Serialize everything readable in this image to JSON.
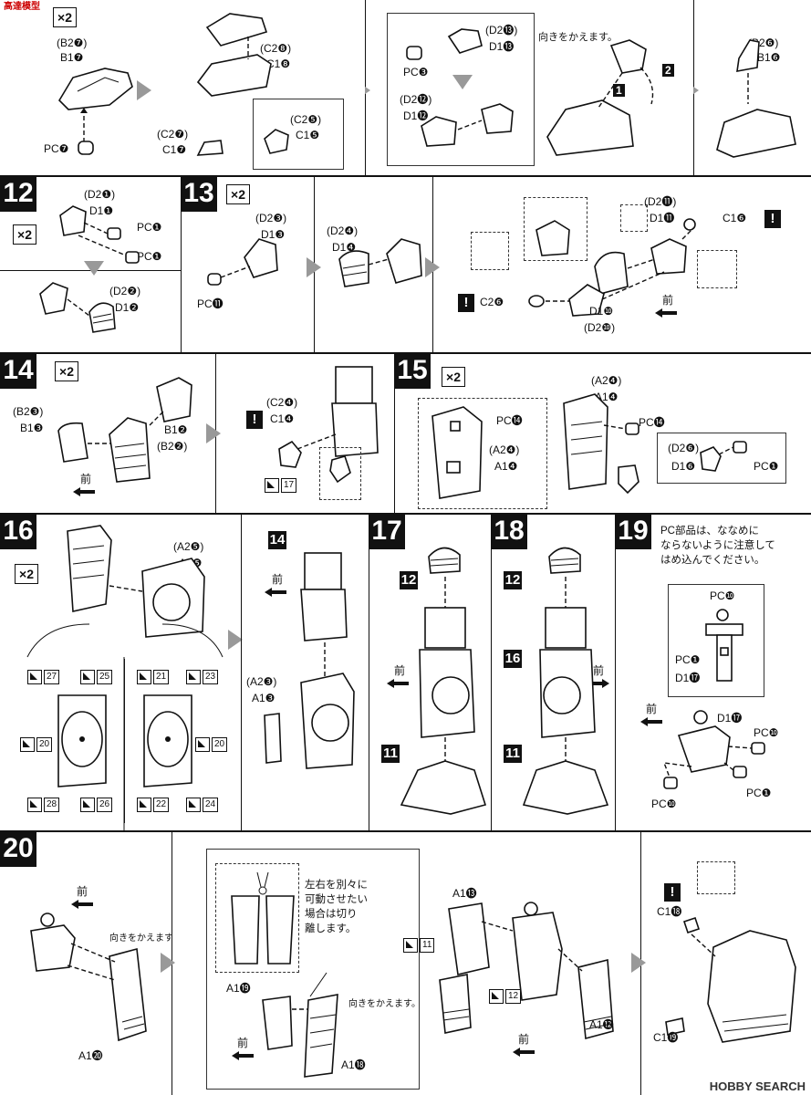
{
  "watermark_top_left": "高達模型",
  "watermark_bottom_right": "HOBBY SEARCH",
  "step11": {
    "multiplier": "×2",
    "panel1": {
      "l1": "(B2❼)",
      "l2": "B1❼",
      "pc": "PC❼"
    },
    "panel2": {
      "l1": "(C2❽)",
      "l2": "C1❽",
      "l3": "(C2❼)",
      "l4": "C1❼",
      "l5": "(C2❺)",
      "l6": "C1❺"
    },
    "panel3": {
      "l1": "(D2⓭)",
      "l2": "D1⓭",
      "l3": "PC❸",
      "l4": "(D2⓬)",
      "l5": "D1⓬",
      "note": "向きをかえます。",
      "a1": "1",
      "a2": "2"
    },
    "panel4": {
      "l1": "(B2❻)",
      "l2": "B1❻"
    }
  },
  "step12": {
    "num": "12",
    "multiplier": "×2",
    "labels": [
      "(D2❶)",
      "D1❶",
      "PC❶",
      "PC❶",
      "(D2❷)",
      "D1❷"
    ]
  },
  "step13": {
    "num": "13",
    "multiplier": "×2",
    "labels": [
      "(D2❸)",
      "D1❸",
      "PC⓫",
      "(D2❹)",
      "D1❹",
      "(D2⓫)",
      "D1⓫",
      "C1❻",
      "C2❻",
      "D1❿",
      "(D2❿)"
    ],
    "front": "前"
  },
  "step14": {
    "num": "14",
    "multiplier": "×2",
    "labels": [
      "(B2❸)",
      "B1❸",
      "B1❷",
      "(B2❷)",
      "(C2❹)",
      "C1❹"
    ],
    "front": "前",
    "sticker": "17"
  },
  "step15": {
    "num": "15",
    "multiplier": "×2",
    "labels": [
      "(A2❹)",
      "A1❹",
      "PC⓮",
      "PC⓮",
      "(A2❹)",
      "A1❹",
      "(D2❻)",
      "D1❻",
      "PC❶"
    ]
  },
  "step16": {
    "num": "16",
    "multiplier": "×2",
    "labels": [
      "(A2❺)",
      "A1❺",
      "(A2❸)",
      "A1❸"
    ],
    "stickers_left": [
      "27",
      "25",
      "20",
      "28",
      "26"
    ],
    "stickers_right": [
      "21",
      "23",
      "20",
      "22",
      "24"
    ],
    "ref14": "14",
    "front": "前"
  },
  "step17": {
    "num": "17",
    "ref_top": "12",
    "ref_bottom": "11",
    "front": "前"
  },
  "step18": {
    "num": "18",
    "ref_top": "12",
    "ref_mid": "16",
    "ref_bottom": "11",
    "front": "前"
  },
  "step19": {
    "num": "19",
    "note": "PC部品は、ななめに\nならないように注意して\nはめ込んでください。",
    "labels": [
      "PC❿",
      "PC❶",
      "D1⓱",
      "D1⓱",
      "PC❿",
      "PC❿",
      "PC❶"
    ],
    "front": "前"
  },
  "step20": {
    "num": "20",
    "front": "前",
    "note1": "向きをかえます。",
    "note2": "左右を別々に\n可動させたい\n場合は切り\n離します。",
    "note3": "向きをかえます。",
    "labels": [
      "A1⓴",
      "A1⓳",
      "A1⓲",
      "A1⓭",
      "A1⓬",
      "C1⓲",
      "C1⓳"
    ],
    "stickers": [
      "11",
      "12"
    ]
  }
}
